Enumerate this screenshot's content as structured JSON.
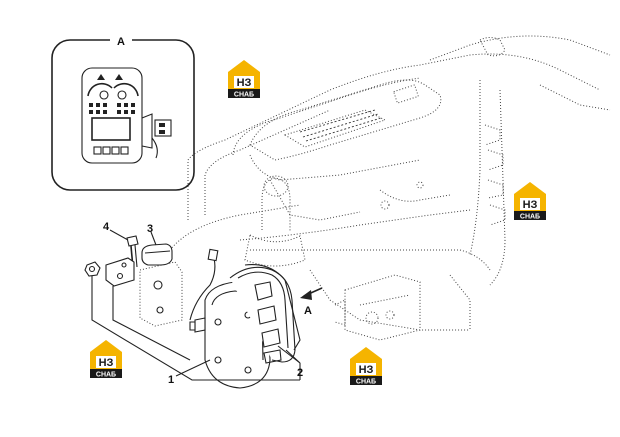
{
  "detail_view": {
    "label": "A"
  },
  "view_arrow": {
    "label": "A"
  },
  "callouts": [
    {
      "id": "1",
      "label": "1"
    },
    {
      "id": "2",
      "label": "2"
    },
    {
      "id": "3",
      "label": "3"
    },
    {
      "id": "4",
      "label": "4"
    }
  ],
  "logo": {
    "top_text": "НЗ",
    "bottom_text": "СНАБ",
    "accent_color": "#f5b400",
    "dark_color": "#1a1a1a"
  },
  "colors": {
    "line": "#222222",
    "background": "#ffffff"
  }
}
